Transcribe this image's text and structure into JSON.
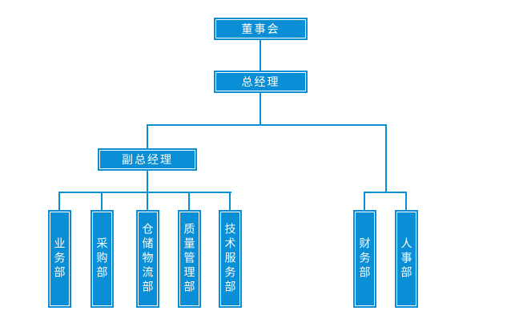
{
  "diagram": {
    "type": "org-chart",
    "colors": {
      "node_fill": "#0A8ED5",
      "node_inner_outline": "#FFFFFF",
      "node_text": "#FFFFFF",
      "connector": "#0A8ED5",
      "background": "#FFFFFF"
    },
    "nodes": {
      "board": "董事会",
      "general_manager": "总经理",
      "deputy_general_manager": "副总经理",
      "left_departments": [
        "业务部",
        "采购部",
        "仓储物流部",
        "质量管理部",
        "技术服务部"
      ],
      "right_departments": [
        "财务部",
        "人事部"
      ]
    },
    "edges": [
      {
        "from": "董事会",
        "to": "总经理"
      },
      {
        "from": "总经理",
        "to": "副总经理"
      },
      {
        "from": "副总经理",
        "to": "业务部"
      },
      {
        "from": "副总经理",
        "to": "采购部"
      },
      {
        "from": "副总经理",
        "to": "仓储物流部"
      },
      {
        "from": "副总经理",
        "to": "质量管理部"
      },
      {
        "from": "副总经理",
        "to": "技术服务部"
      },
      {
        "from": "总经理",
        "to": "财务部"
      },
      {
        "from": "总经理",
        "to": "人事部"
      }
    ]
  }
}
